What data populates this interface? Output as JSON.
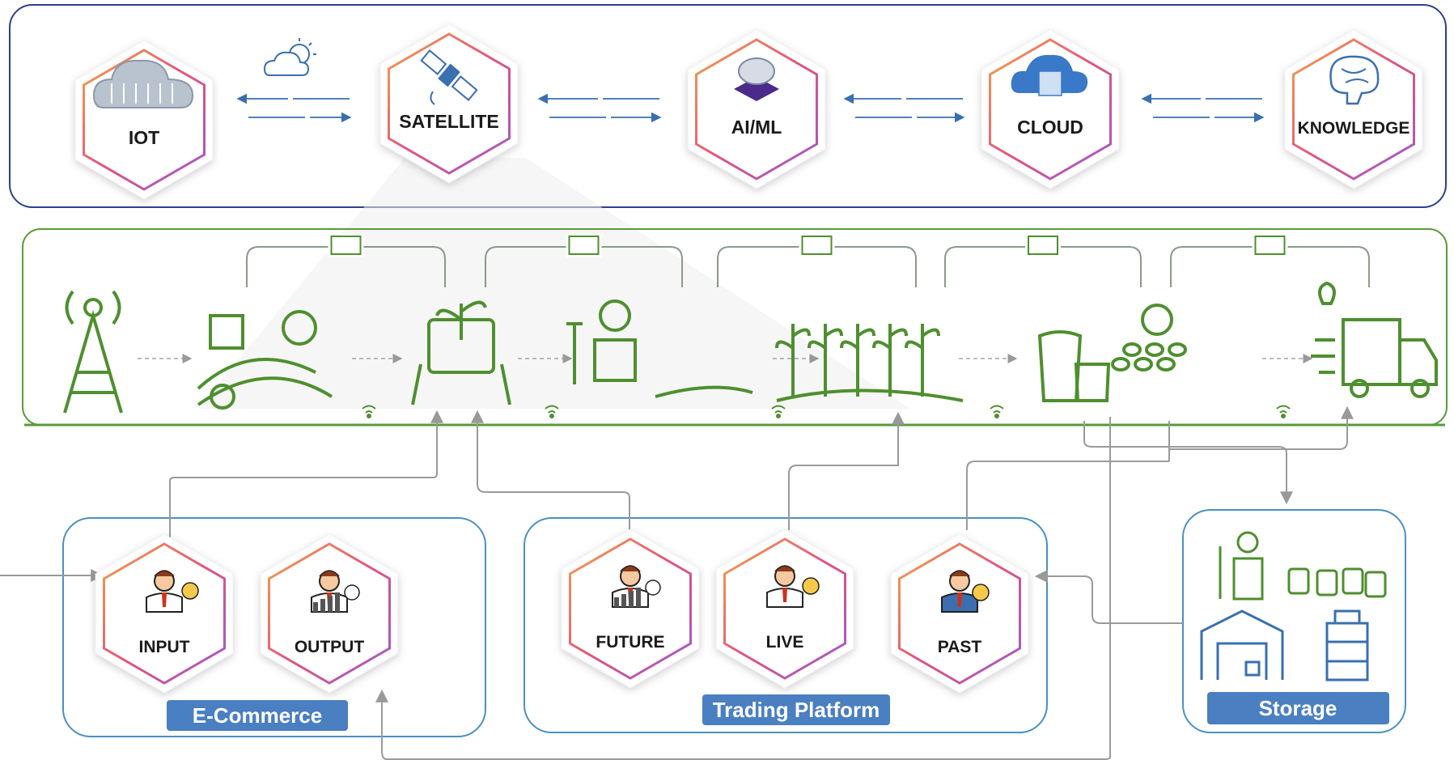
{
  "tech_layer": {
    "nodes": [
      {
        "id": "iot",
        "label": "IOT",
        "icon": "circuit-cloud-icon"
      },
      {
        "id": "satellite",
        "label": "SATELLITE",
        "icon": "satellite-icon"
      },
      {
        "id": "aiml",
        "label": "AI/ML",
        "icon": "brain-chip-icon"
      },
      {
        "id": "cloud",
        "label": "CLOUD",
        "icon": "cloud-server-icon"
      },
      {
        "id": "knowledge",
        "label": "KNOWLEDGE",
        "icon": "brain-icon"
      }
    ],
    "weather_icon": "sun-cloud-icon"
  },
  "farm_chain": {
    "stages": [
      {
        "id": "tower",
        "icon": "radio-tower-icon"
      },
      {
        "id": "farm",
        "icon": "farm-tractor-icon"
      },
      {
        "id": "monitoring",
        "icon": "plant-tablet-icon"
      },
      {
        "id": "farmer",
        "icon": "farmer-drone-icon"
      },
      {
        "id": "crop",
        "icon": "crop-field-icon"
      },
      {
        "id": "harvest",
        "icon": "sacks-beans-icon"
      },
      {
        "id": "delivery",
        "icon": "delivery-truck-icon"
      }
    ]
  },
  "groups": {
    "ecommerce": {
      "label": "E-Commerce",
      "nodes": [
        {
          "label": "INPUT",
          "icon": "person-idea-icon"
        },
        {
          "label": "OUTPUT",
          "icon": "person-chart-icon"
        }
      ]
    },
    "trading": {
      "label": "Trading Platform",
      "nodes": [
        {
          "label": "FUTURE",
          "icon": "person-chart-icon"
        },
        {
          "label": "LIVE",
          "icon": "person-idea-icon"
        },
        {
          "label": "PAST",
          "icon": "person-coin-icon"
        }
      ]
    },
    "storage": {
      "label": "Storage",
      "icons": [
        "farmer-icon",
        "sacks-icon",
        "warehouse-icon",
        "shelf-icon"
      ]
    }
  },
  "colors": {
    "tech_border": "#2d3f8c",
    "farm_border": "#5a9a3a",
    "farm_green": "#4e8f2f",
    "group_border": "#4a90c0",
    "label_bg": "#4a7fc1",
    "arrow_blue": "#3a6fb0",
    "hex_gradient": [
      "#f0a040",
      "#e0507a",
      "#9a5ad0"
    ]
  }
}
